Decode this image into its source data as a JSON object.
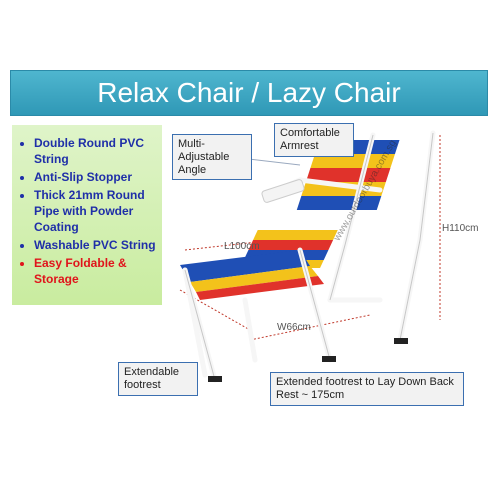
{
  "banner": {
    "title": "Relax Chair / Lazy Chair"
  },
  "features": [
    "Double Round PVC String",
    "Anti-Slip Stopper",
    "Thick 21mm Round Pipe with Powder Coating",
    "Washable PVC String",
    "Easy Foldable & Storage"
  ],
  "callouts": {
    "angle": "Multi-Adjustable Angle",
    "armrest": "Comfortable Armrest",
    "footrest": "Extendable footrest",
    "laydown": "Extended footrest to Lay Down Back Rest ~ 175cm"
  },
  "dimensions": {
    "height": "H110cm",
    "length": "L100cm",
    "width": "W66cm"
  },
  "watermark": "www.outdoorbuya.com.sg",
  "colors": {
    "banner": "#3aa7c4",
    "feature_text": "#1f2fa8",
    "feature_highlight": "#e0141b"
  }
}
